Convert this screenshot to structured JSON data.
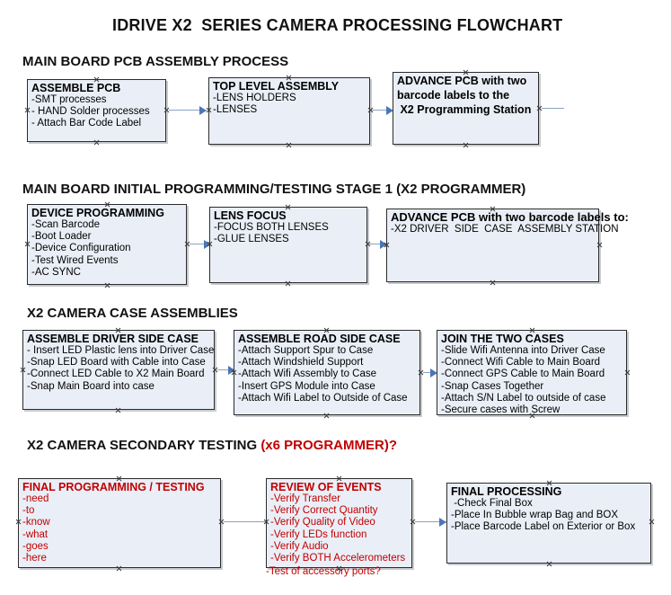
{
  "title": "IDRIVE X2  SERIES CAMERA PROCESSING FLOWCHART",
  "colors": {
    "box_fill": "#eaeff7",
    "box_border": "#2b2b2b",
    "connector": "#8aa3c0",
    "arrowhead": "#4a76b8",
    "red_accent": "#c00000"
  },
  "sections": [
    {
      "heading": "MAIN BOARD PCB ASSEMBLY PROCESS",
      "heading_red": "",
      "boxes": [
        {
          "title": "ASSEMBLE PCB",
          "lines": [
            "-SMT processes",
            "- HAND Solder processes",
            "- Attach Bar Code Label"
          ]
        },
        {
          "title": "TOP LEVEL ASSEMBLY",
          "lines": [
            "-LENS HOLDERS",
            "-LENSES"
          ]
        },
        {
          "title": "ADVANCE PCB with two",
          "lines": [
            "barcode labels to the",
            " X2 Programming Station"
          ]
        }
      ]
    },
    {
      "heading": "MAIN BOARD INITIAL PROGRAMMING/TESTING STAGE 1 (X2 PROGRAMMER)",
      "heading_red": "",
      "boxes": [
        {
          "title": "DEVICE PROGRAMMING",
          "lines": [
            "-Scan Barcode",
            "-Boot Loader",
            "-Device Configuration",
            "-Test Wired Events",
            "-AC SYNC"
          ]
        },
        {
          "title": "LENS FOCUS",
          "lines": [
            "-FOCUS BOTH LENSES",
            "-GLUE LENSES"
          ]
        },
        {
          "title": "ADVANCE PCB with two barcode labels to:",
          "lines": [
            "-X2 DRIVER  SIDE  CASE  ASSEMBLY STATION"
          ]
        }
      ]
    },
    {
      "heading": "X2 CAMERA CASE ASSEMBLIES",
      "heading_red": "",
      "boxes": [
        {
          "title": "ASSEMBLE DRIVER SIDE CASE",
          "lines": [
            "- Insert LED Plastic lens into Driver Case",
            "-Snap LED Board with Cable into Case",
            "-Connect LED Cable to X2 Main Board",
            "-Snap Main Board into case"
          ]
        },
        {
          "title": "ASSEMBLE ROAD SIDE CASE",
          "lines": [
            "-Attach Support Spur to Case",
            "-Attach Windshield Support",
            "-Attach Wifi Assembly to Case",
            "-Insert GPS Module into Case",
            "-Attach Wifi Label to Outside of Case"
          ]
        },
        {
          "title": "JOIN THE TWO CASES",
          "lines": [
            "-Slide Wifi Antenna into Driver Case",
            "-Connect Wifi Cable to Main Board",
            "-Connect GPS Cable to Main Board",
            "-Snap Cases Together",
            "-Attach S/N Label to outside of case",
            "-Secure cases with Screw"
          ]
        }
      ]
    },
    {
      "heading": "X2 CAMERA SECONDARY TESTING ",
      "heading_red": "(x6 PROGRAMMER)?",
      "boxes": [
        {
          "title": "FINAL PROGRAMMING / TESTING",
          "lines": [
            "-need",
            "-to",
            "-know",
            "-what",
            "-goes",
            "-here"
          ]
        },
        {
          "title": "REVIEW OF EVENTS",
          "lines": [
            "-Verify Transfer",
            "-Verify Correct Quantity",
            "-Verify Quality of Video",
            "-Verify LEDs function",
            "-Verify Audio",
            "-Verify BOTH Accelerometers"
          ],
          "overflow_line": "-Test of accessory ports?"
        },
        {
          "title": "FINAL PROCESSING",
          "lines": [
            " -Check Final Box",
            "-Place In Bubble wrap Bag and BOX",
            "-Place Barcode Label on Exterior or Box"
          ]
        }
      ]
    }
  ]
}
